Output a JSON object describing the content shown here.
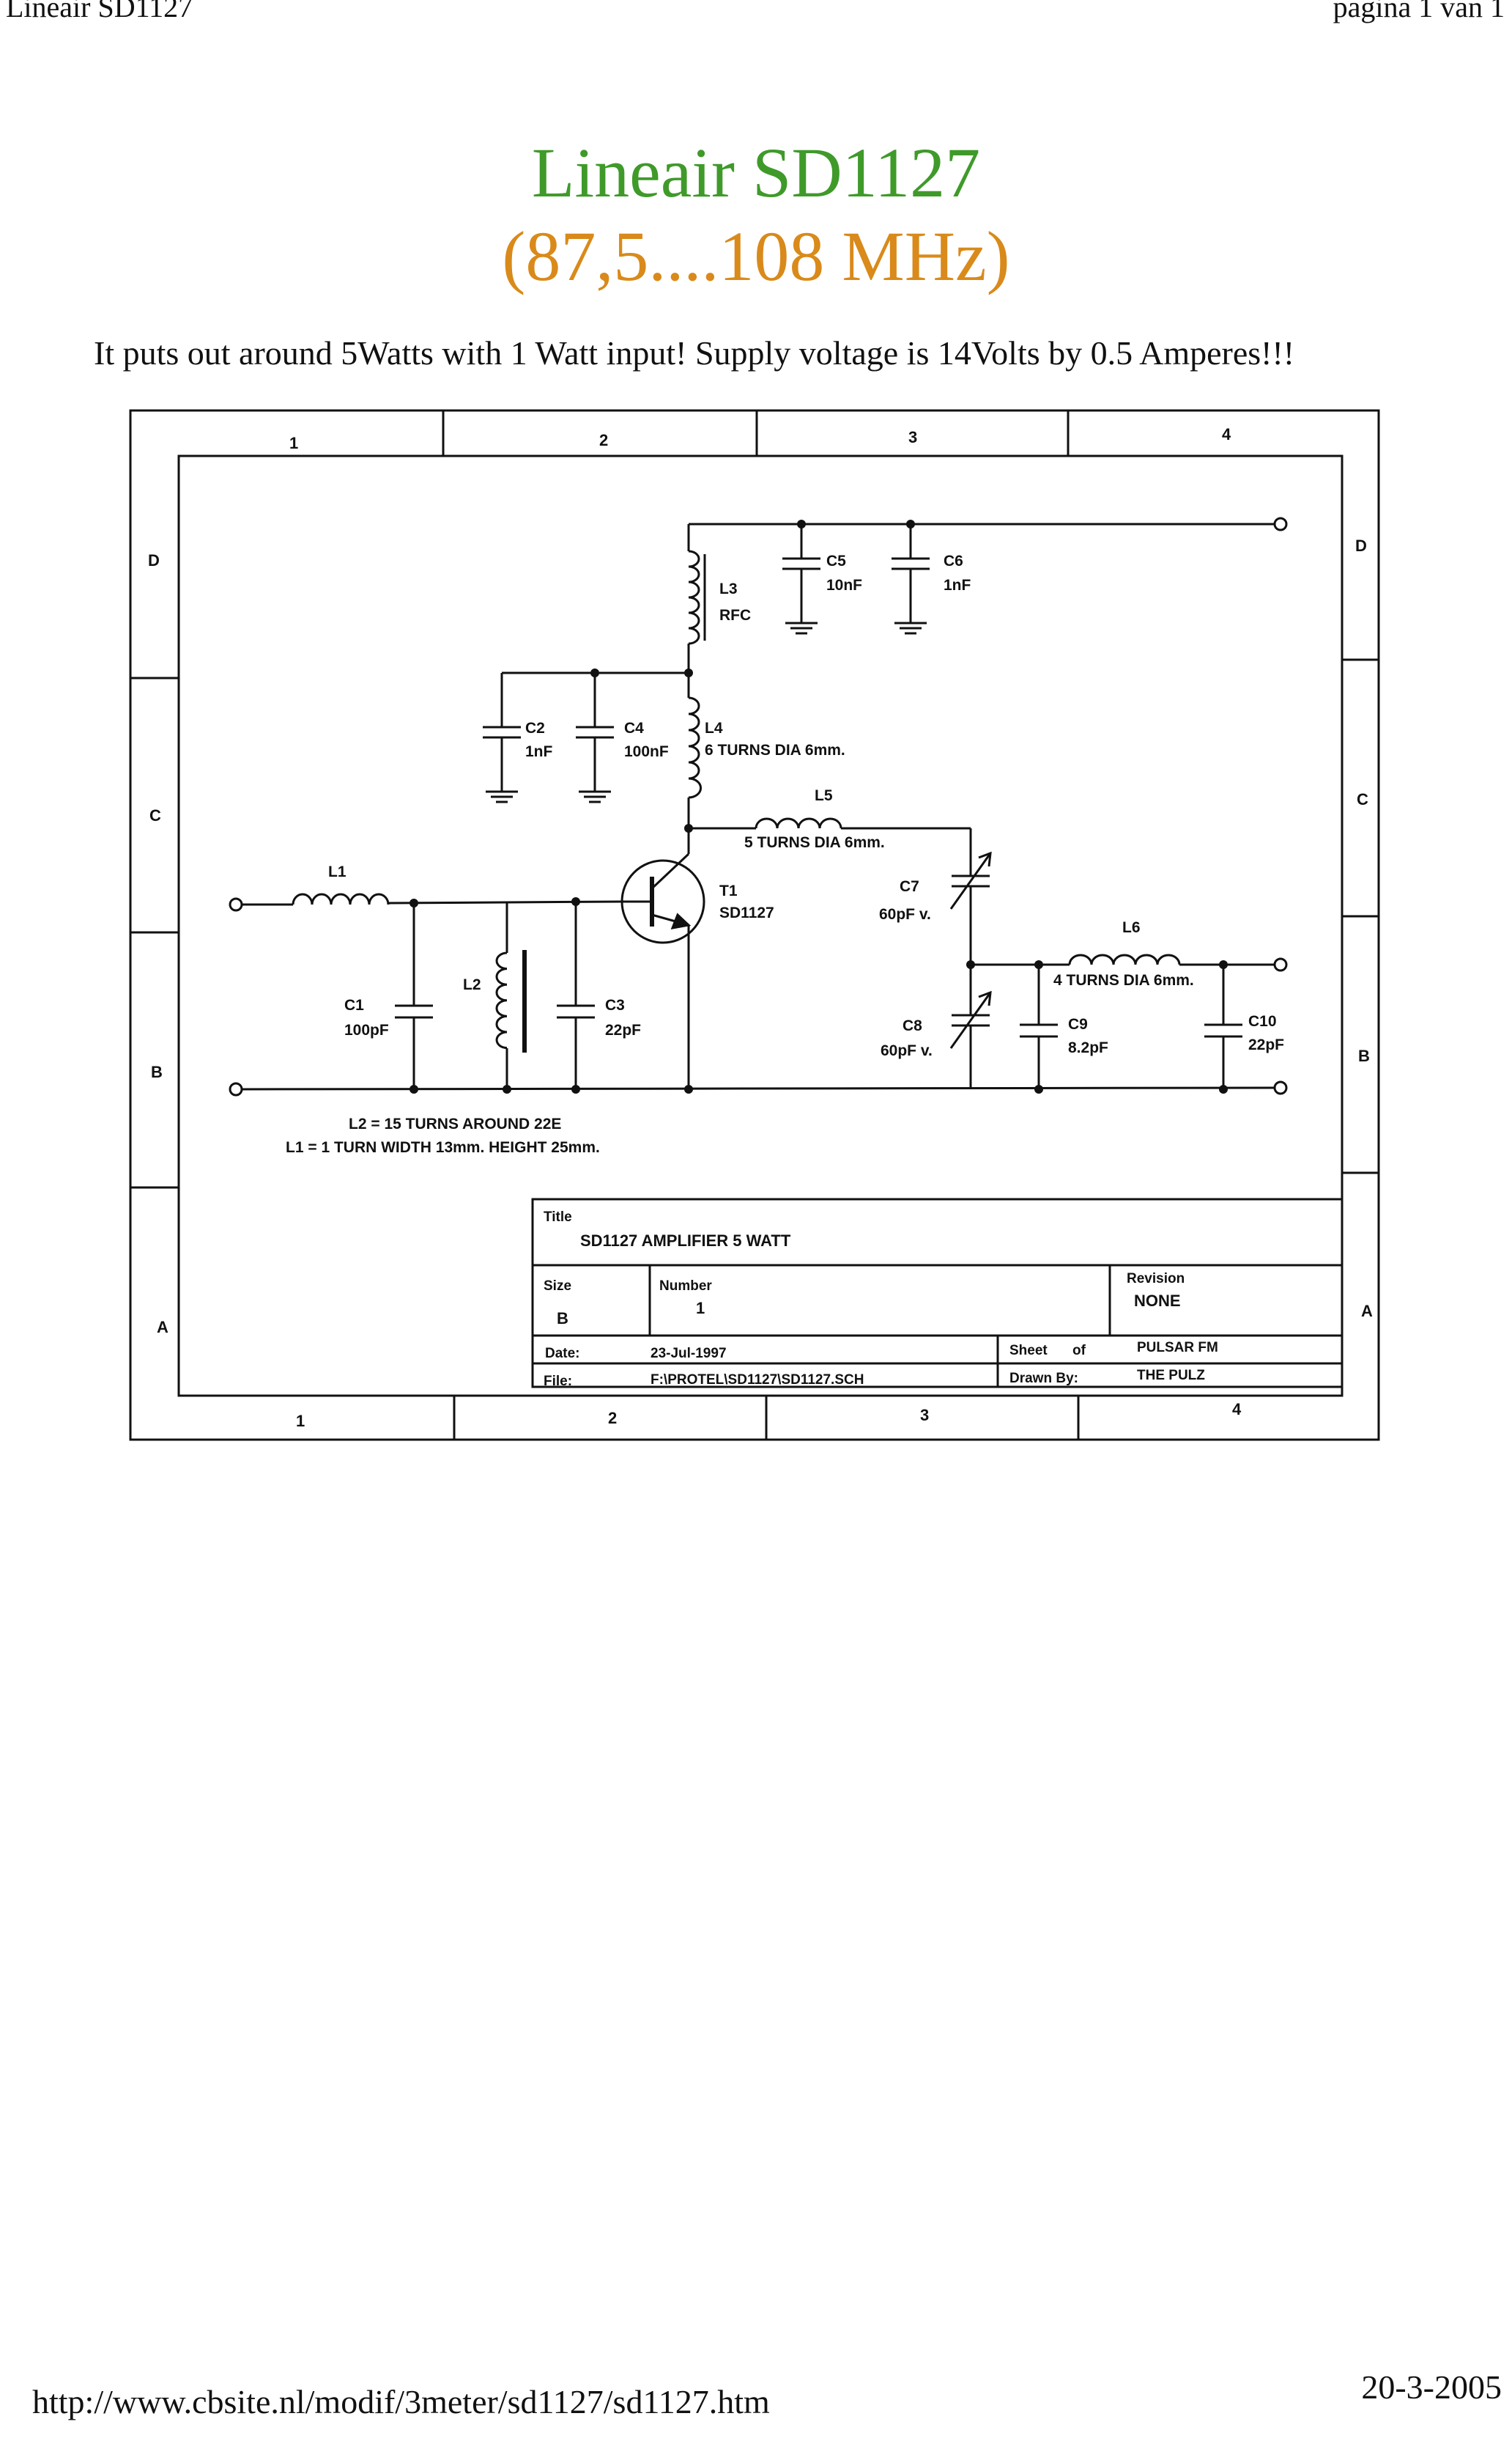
{
  "header": {
    "left": "Lineair SD1127",
    "right": "pagina 1 van 1"
  },
  "title": {
    "line1": "Lineair SD1127",
    "line2": "(87,5....108 MHz)"
  },
  "subtitle": "It puts out around 5Watts with 1 Watt input! Supply voltage is 14Volts by 0.5 Amperes!!!",
  "colors": {
    "title_green": "#3f9a2a",
    "title_orange": "#d98a1a",
    "ink": "#111111"
  },
  "schematic": {
    "grid_columns": [
      "1",
      "2",
      "3",
      "4"
    ],
    "grid_rows": [
      "D",
      "C",
      "B",
      "A"
    ],
    "components": {
      "L1": {
        "ref": "L1"
      },
      "L2": {
        "ref": "L2"
      },
      "L3": {
        "ref": "L3",
        "value": "RFC"
      },
      "L4": {
        "ref": "L4",
        "value": "6 TURNS DIA 6mm."
      },
      "L5": {
        "ref": "L5",
        "value": "5 TURNS DIA 6mm."
      },
      "L6": {
        "ref": "L6",
        "value": "4 TURNS DIA 6mm."
      },
      "C1": {
        "ref": "C1",
        "value": "100pF"
      },
      "C2": {
        "ref": "C2",
        "value": "1nF"
      },
      "C3": {
        "ref": "C3",
        "value": "22pF"
      },
      "C4": {
        "ref": "C4",
        "value": "100nF"
      },
      "C5": {
        "ref": "C5",
        "value": "10nF"
      },
      "C6": {
        "ref": "C6",
        "value": "1nF"
      },
      "C7": {
        "ref": "C7",
        "value": "60pF v."
      },
      "C8": {
        "ref": "C8",
        "value": "60pF v."
      },
      "C9": {
        "ref": "C9",
        "value": "8.2pF"
      },
      "C10": {
        "ref": "C10",
        "value": "22pF"
      },
      "T1": {
        "ref": "T1",
        "value": "SD1127"
      }
    },
    "notes": [
      "L2 = 15 TURNS AROUND 22E",
      "L1 = 1 TURN WIDTH 13mm. HEIGHT 25mm."
    ],
    "title_block": {
      "title_label": "Title",
      "title_value": "SD1127 AMPLIFIER 5 WATT",
      "size_label": "Size",
      "size_value": "B",
      "number_label": "Number",
      "number_value": "1",
      "revision_label": "Revision",
      "revision_value": "NONE",
      "date_label": "Date:",
      "date_value": "23-Jul-1997",
      "sheet_label": "Sheet",
      "of_label": "of",
      "sheet_value": "PULSAR FM",
      "file_label": "File:",
      "file_value": "F:\\PROTEL\\SD1127\\SD1127.SCH",
      "drawn_label": "Drawn By:",
      "drawn_value": "THE PULZ"
    }
  },
  "footer": {
    "url": "http://www.cbsite.nl/modif/3meter/sd1127/sd1127.htm",
    "date": "20-3-2005"
  }
}
